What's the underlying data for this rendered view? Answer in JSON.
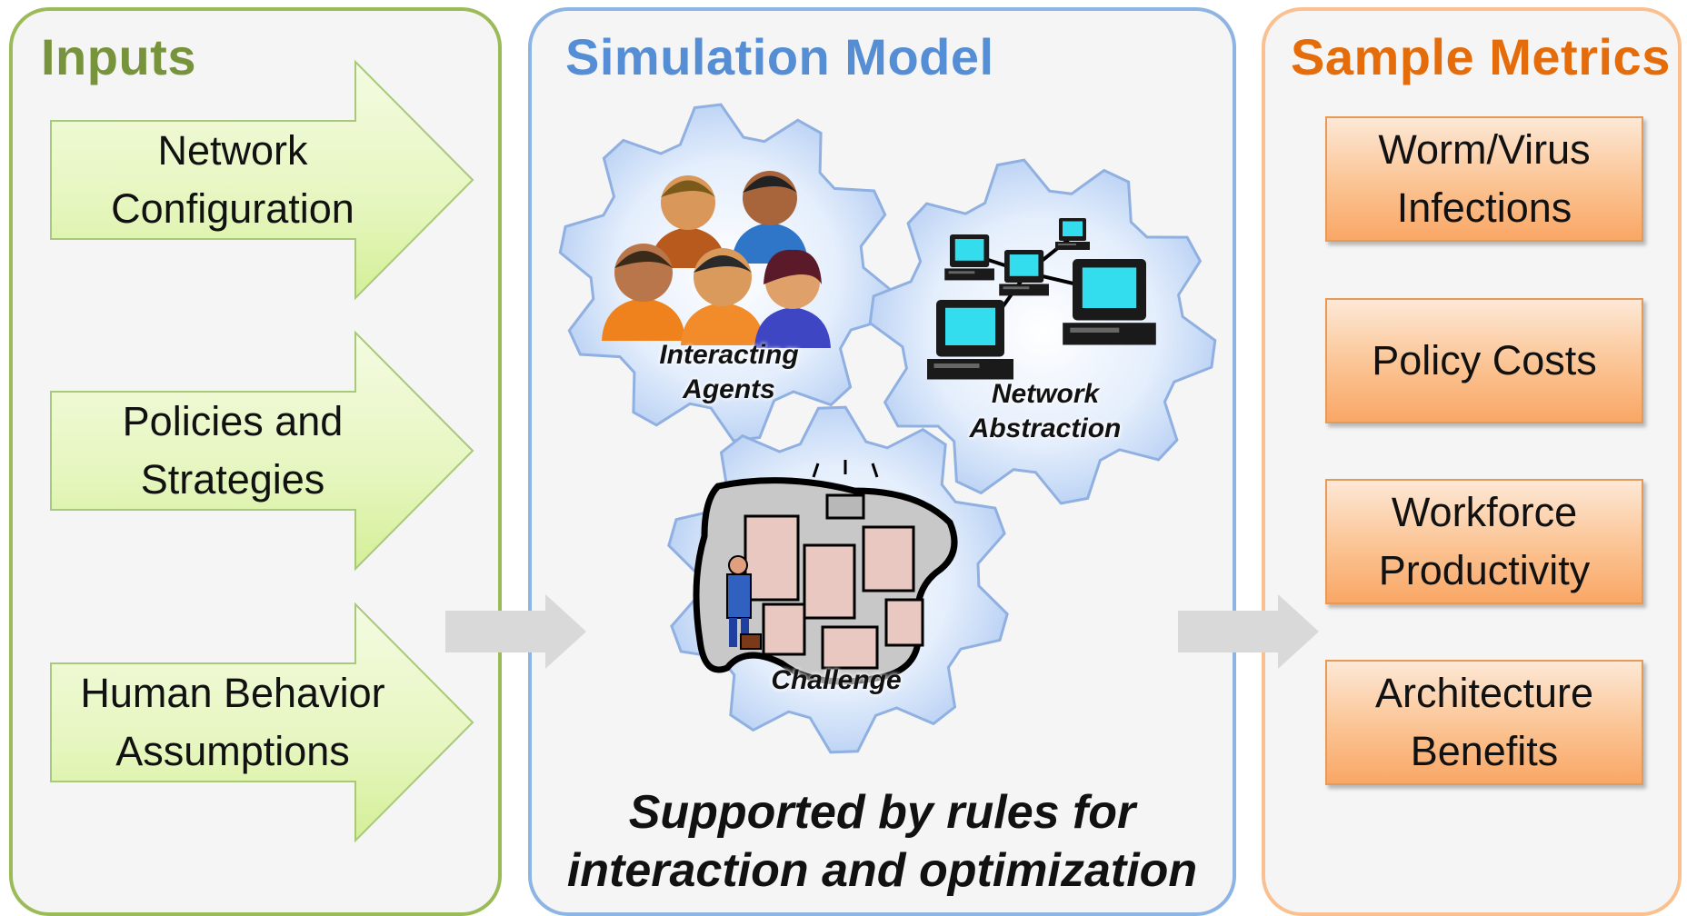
{
  "inputs": {
    "title": "Inputs",
    "items": [
      {
        "line1": "Network",
        "line2": "Configuration"
      },
      {
        "line1": "Policies and",
        "line2": "Strategies"
      },
      {
        "line1": "Human Behavior",
        "line2": "Assumptions"
      }
    ]
  },
  "simulation": {
    "title": "Simulation Model",
    "gears": {
      "agents": {
        "line1": "Interacting",
        "line2": "Agents"
      },
      "network": {
        "line1": "Network",
        "line2": "Abstraction"
      },
      "challenge": {
        "line1": "Challenge"
      }
    },
    "footer": {
      "line1": "Supported by rules for",
      "line2": "interaction and optimization"
    }
  },
  "metrics": {
    "title": "Sample Metrics",
    "items": [
      {
        "line1": "Worm/Virus",
        "line2": "Infections"
      },
      {
        "line1": "Policy Costs",
        "line2": ""
      },
      {
        "line1": "Workforce",
        "line2": "Productivity"
      },
      {
        "line1": "Architecture",
        "line2": "Benefits"
      }
    ]
  },
  "colors": {
    "inputs_border": "#9bbb59",
    "sim_border": "#8eb4e3",
    "metrics_border": "#fac090",
    "inputs_title": "#77933c",
    "sim_title": "#558ed5",
    "metrics_title": "#e46c0a"
  },
  "icons": [
    "people-group-icon",
    "computer-network-icon",
    "office-maze-icon",
    "gear-icon",
    "flow-arrow-icon"
  ]
}
